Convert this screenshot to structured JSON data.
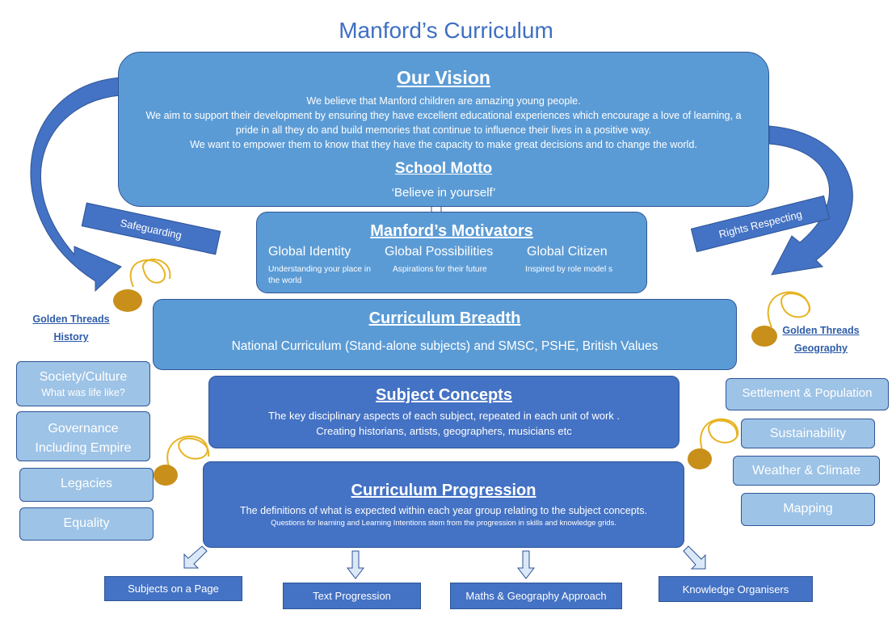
{
  "title": "Manford’s Curriculum",
  "vision": {
    "heading": "Our Vision",
    "lines": [
      "We believe that Manford children are amazing young people.",
      "We aim to support their development by ensuring they have excellent educational experiences which encourage a love of learning, a pride in all they do and build memories that continue to influence their lives in a positive way.",
      "We want to empower them to know that they have the capacity to make great decisions and to change the world."
    ],
    "motto_heading": "School Motto",
    "motto": "‘Believe in yourself’"
  },
  "motivators": {
    "heading": "Manford’s Motivators",
    "items": [
      {
        "title": "Global Identity",
        "sub": "Understanding your place in the world"
      },
      {
        "title": "Global Possibilities",
        "sub": "Aspirations for their future"
      },
      {
        "title": "Global Citizen",
        "sub": "Inspired by role model s"
      }
    ]
  },
  "safeguarding": "Safeguarding",
  "rights": "Rights Respecting",
  "history": {
    "line1": "Golden Threads",
    "line2": "History",
    "items": [
      "Society/Culture",
      "What was life like?",
      "Governance",
      "Including Empire",
      "Legacies",
      "Equality"
    ]
  },
  "geography": {
    "line1": "Golden Threads",
    "line2": "Geography",
    "items": [
      "Settlement & Population",
      "Sustainability",
      "Weather & Climate",
      "Mapping"
    ]
  },
  "breadth": {
    "heading": "Curriculum Breadth",
    "body": "National Curriculum (Stand-alone subjects) and SMSC, PSHE, British Values"
  },
  "concepts": {
    "heading": "Subject Concepts",
    "line1": "The key disciplinary aspects of each subject, repeated in each unit of work .",
    "line2": "Creating historians, artists, geographers, musicians etc"
  },
  "progression": {
    "heading": "Curriculum Progression",
    "line1": "The definitions of what is expected within each year group relating to the subject concepts.",
    "line2": "Questions for learning and Learning Intentions stem from the progression in skills  and knowledge grids."
  },
  "outputs": [
    "Subjects  on a Page",
    "Text Progression",
    "Maths & Geography Approach",
    "Knowledge Organisers"
  ],
  "colors": {
    "light": "#5b9bd5",
    "mid": "#4472c4",
    "pale": "#9dc3e6",
    "title": "#3f6fc1"
  }
}
